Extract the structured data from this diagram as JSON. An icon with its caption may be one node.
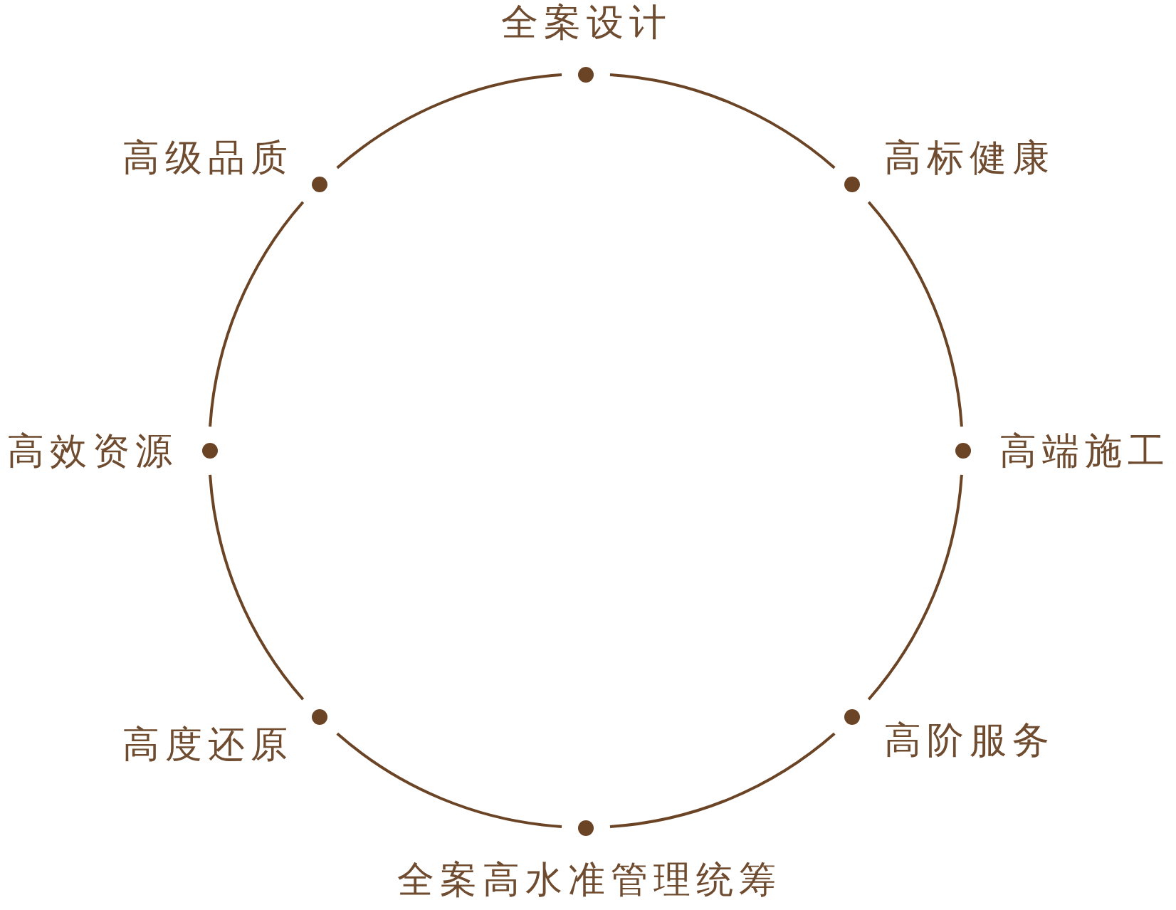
{
  "diagram": {
    "nodes": [
      {
        "text": [],
        "shape": "circle",
        "beside": [
          "全案设计"
        ]
      },
      {
        "text": [],
        "shape": "circle",
        "beside": [
          "高级品质"
        ]
      },
      {
        "text": [],
        "shape": "circle",
        "beside": [
          "高标健康"
        ]
      },
      {
        "text": [],
        "shape": "circle",
        "beside": [
          "高效资源"
        ]
      },
      {
        "text": [],
        "shape": "circle",
        "beside": [
          "高端施工"
        ]
      },
      {
        "text": [],
        "shape": "circle",
        "beside": [
          "高度还原"
        ]
      },
      {
        "text": [],
        "shape": "circle",
        "beside": [
          "高阶服务"
        ]
      },
      {
        "text": [],
        "shape": "circle",
        "beside": [
          "全案高水准管理统筹"
        ]
      }
    ],
    "edges": [
      {
        "from": 0,
        "to": 2,
        "arrow": "none"
      },
      {
        "from": 2,
        "to": 4,
        "arrow": "none"
      },
      {
        "from": 4,
        "to": 6,
        "arrow": "none"
      },
      {
        "from": 6,
        "to": 7,
        "arrow": "none"
      },
      {
        "from": 7,
        "to": 5,
        "arrow": "none"
      },
      {
        "from": 5,
        "to": 3,
        "arrow": "none"
      },
      {
        "from": 3,
        "to": 1,
        "arrow": "none"
      },
      {
        "from": 1,
        "to": 0,
        "arrow": "none"
      }
    ]
  }
}
